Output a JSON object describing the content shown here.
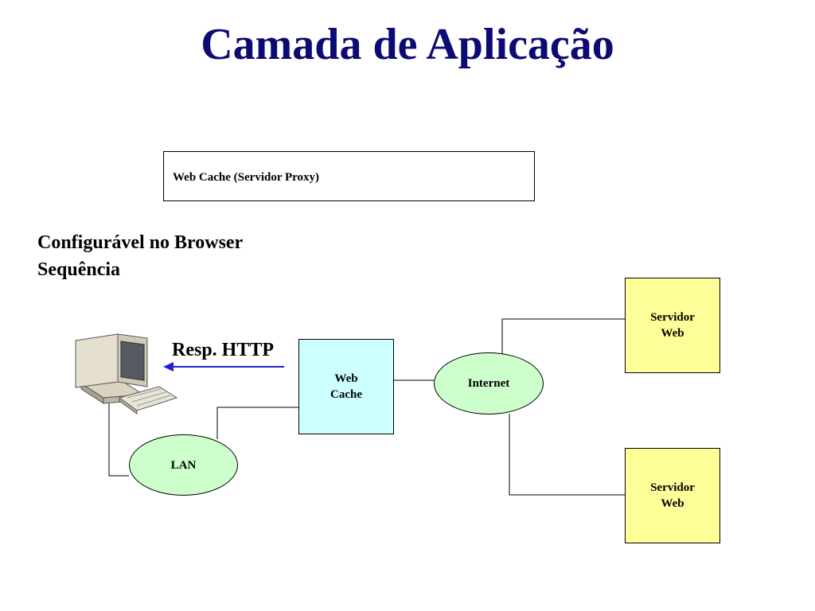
{
  "slide": {
    "title": "Camada de Aplicação",
    "caption": "Web Cache (Servidor Proxy)",
    "bullets": [
      "Configurável no Browser",
      "Sequência"
    ],
    "response_label": "Resp. HTTP"
  },
  "diagram": {
    "nodes": {
      "web_cache": "Web\nCache",
      "internet": "Internet",
      "lan": "LAN",
      "server_top": "Servidor\nWeb",
      "server_bottom": "Servidor\nWeb"
    },
    "colors": {
      "title": "#0b0b73",
      "cache_fill": "#ccffff",
      "server_fill": "#ffff99",
      "cloud_fill": "#ccffcc",
      "arrow": "#2222cc"
    },
    "icons": [
      "computer-icon"
    ]
  }
}
